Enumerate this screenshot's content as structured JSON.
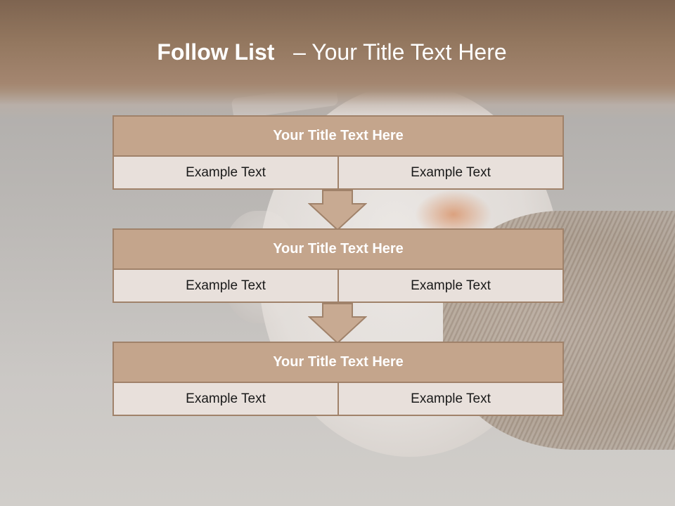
{
  "header": {
    "title_bold": "Follow List",
    "title_rest": "– Your Title Text Here"
  },
  "steps": [
    {
      "title": "Your Title Text Here",
      "left": "Example Text",
      "right": "Example Text"
    },
    {
      "title": "Your Title Text Here",
      "left": "Example Text",
      "right": "Example Text"
    },
    {
      "title": "Your Title Text Here",
      "left": "Example Text",
      "right": "Example Text"
    }
  ],
  "colors": {
    "header": "#93775f",
    "box_border": "#a0826a",
    "box_title": "#c4a58c",
    "cell": "#e8e0db",
    "arrow": "#c8aa92"
  }
}
